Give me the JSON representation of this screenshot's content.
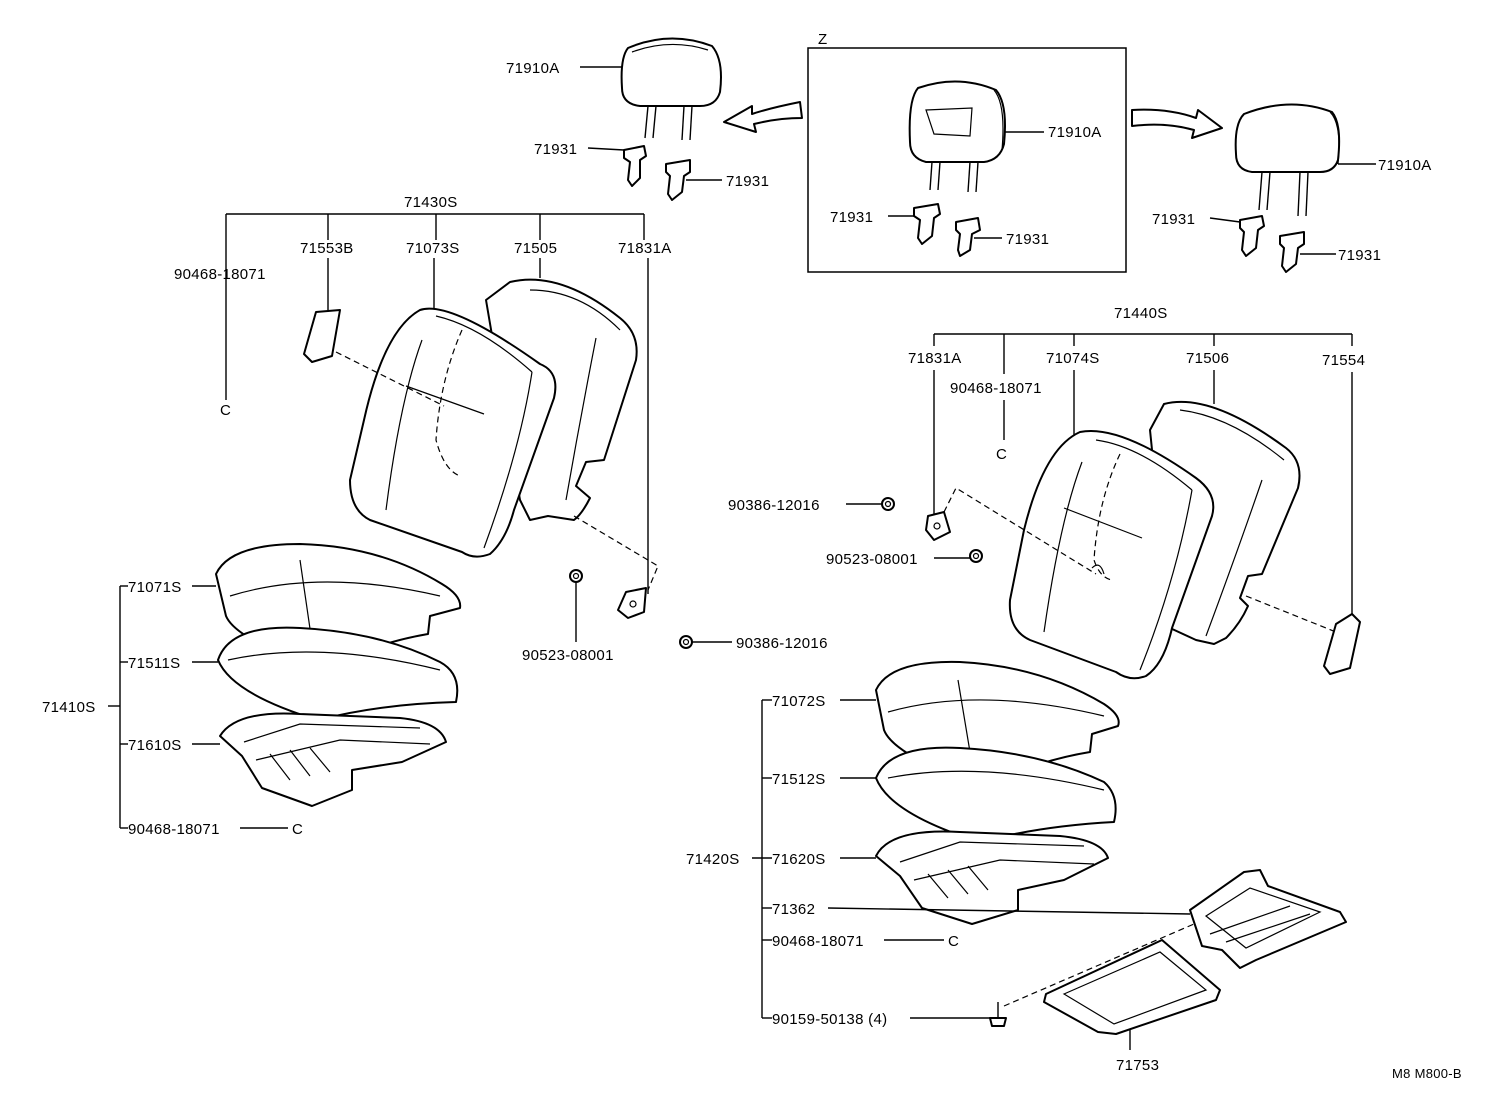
{
  "diagram_code": "M8 M800-B",
  "view_z_label": "Z",
  "labels": {
    "headrest_left": "71910A",
    "headrest_z": "71910A",
    "headrest_right": "71910A",
    "guide_l1": "71931",
    "guide_l2": "71931",
    "guide_z1": "71931",
    "guide_z2": "71931",
    "guide_r1": "71931",
    "guide_r2": "71931",
    "back_assy_left": "71430S",
    "back_assy_right": "71440S",
    "clip_l_back": "90468-18071",
    "cover_71553b": "71553B",
    "cover_71073s": "71073S",
    "pad_71505": "71505",
    "hinge_l": "71831A",
    "hinge_r": "71831A",
    "clip_r_back": "90468-18071",
    "cover_71074s": "71074S",
    "pad_71506": "71506",
    "cover_71554": "71554",
    "nut_r": "90386-12016",
    "washer_r": "90523-08001",
    "washer_l": "90523-08001",
    "nut_l": "90386-12016",
    "cushion_cover_l": "71071S",
    "cushion_pad_l": "71511S",
    "cushion_assy_l": "71410S",
    "spring_l": "71610S",
    "clip_l_cushion": "90468-18071",
    "cushion_cover_r": "71072S",
    "cushion_pad_r": "71512S",
    "cushion_assy_r": "71420S",
    "spring_r": "71620S",
    "bracket_r": "71362",
    "clip_r_cushion": "90468-18071",
    "screw_r": "90159-50138 (4)",
    "tray_r": "71753",
    "clip_symbol": "C"
  }
}
